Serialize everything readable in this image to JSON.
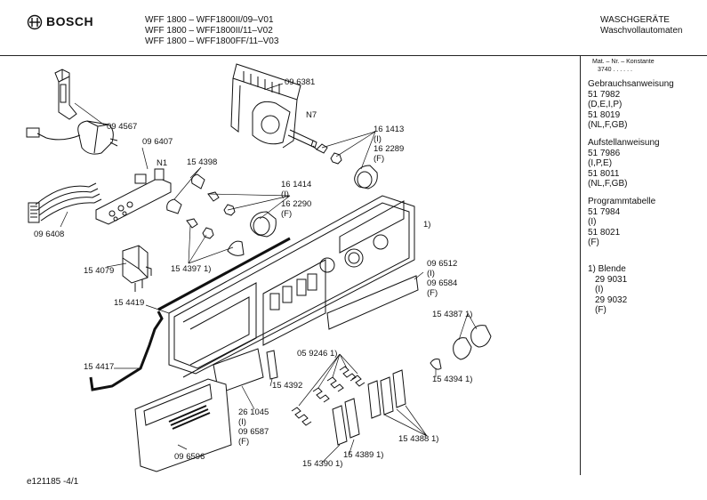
{
  "header": {
    "brand": "BOSCH",
    "models": [
      "WFF 1800 – WFF1800II/09–V01",
      "WFF 1800 – WFF1800II/11–V02",
      "WFF 1800 – WFF1800FF/11–V03"
    ],
    "category": "WASCHGERÄTE",
    "subcategory": "Waschvollautomaten"
  },
  "side": {
    "mat_header": "Mat. – Nr. – Konstante",
    "mat_value": "3740   .  .  .  .  .  .",
    "sections": [
      {
        "title": "Gebrauchsanweisung",
        "lines": [
          "51 7982",
          "(D,E,I,P)",
          "51 8019",
          "(NL,F,GB)"
        ]
      },
      {
        "title": "Aufstellanweisung",
        "lines": [
          "51 7986",
          "(I,P,E)",
          "51 8011",
          "(NL,F,GB)"
        ]
      },
      {
        "title": "Programmtabelle",
        "lines": [
          "51 7984",
          "(I)",
          "51 8021",
          "(F)"
        ]
      },
      {
        "title": "1) Blende",
        "lines": [
          "29 9031",
          "(I)",
          "29 9032",
          "(F)"
        ]
      }
    ]
  },
  "labels": {
    "p096381": "09 6381",
    "n7": "N7",
    "p094567": "09 4567",
    "p096407": "09 6407",
    "n1": "N1",
    "p154398": "15 4398",
    "p161413": "16 1413",
    "p161413_i": "(I)",
    "p162289": "16 2289",
    "p162289_f": "(F)",
    "p161414": "16 1414",
    "p161414_i": "(I)",
    "p162290": "16 2290",
    "p162290_f": "(F)",
    "p096408": "09 6408",
    "p154079": "15 4079",
    "p1543971": "15 4397 1)",
    "note1": "1)",
    "p096512": "09 6512",
    "p096512_i": "(I)",
    "p096584": "09 6584",
    "p096584_f": "(F)",
    "p154419": "15 4419",
    "p1543871": "15 4387 1)",
    "p1543941": "15 4394 1)",
    "p0592461": "05 9246 1)",
    "p154417": "15 4417",
    "p154392": "15 4392",
    "p261045": "26 1045",
    "p261045_i": "(I)",
    "p096587": "09 6587",
    "p096587_f": "(F)",
    "p1543881": "15 4388 1)",
    "p096596": "09 6596",
    "p1543891": "15 4389 1)",
    "p1543901": "15 4390 1)"
  },
  "footer": {
    "ref": "e121185 -4/1"
  }
}
